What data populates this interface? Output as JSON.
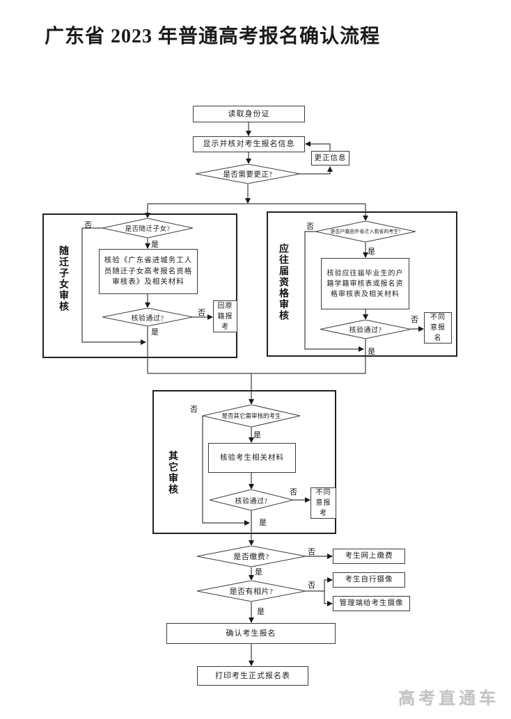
{
  "title": "广东省 2023 年普通高考报名确认流程",
  "watermark": "高考直通车",
  "labels": {
    "yes": "是",
    "no": "否"
  },
  "colors": {
    "line": "#3a3a3a",
    "text": "#1a1a1a",
    "watermark_gray": "#c3c3c3"
  },
  "flow": {
    "read_id": "读取身份证",
    "display_info": "显示并核对考生报名信息",
    "correct_info": "更正信息",
    "need_correction": "是否需要更正?",
    "is_paid": "是否缴费?",
    "pay_online": "考生网上缴费",
    "has_photo": "是否有相片?",
    "self_photo": "考生自行摄像",
    "admin_photo": "管理端给考生摄像",
    "confirm": "确认考生报名",
    "print": "打印考生正式报名表"
  },
  "groups": {
    "migrant": {
      "label": "随迁子女审核",
      "is_migrant": "是否随迁子女?",
      "verify": "核验《广东省进城务工人员随迁子女高考报名资格审核表》及相关材料",
      "pass": "核验通过?",
      "fail_action": "回原籍报考"
    },
    "graduate": {
      "label": "应往届资格审核",
      "is_moved_in": "是否户籍由外省迁入我省的考生?",
      "verify": "核验应往届毕业生的户籍学籍审核表或报名资格审核表及相关材料",
      "pass": "核验通过?",
      "fail_action": "不同意报名"
    },
    "other": {
      "label": "其它审核",
      "need_review": "是否其它需审核的考生",
      "verify": "核验考生相关材料",
      "pass": "核验通过?",
      "fail_action": "不同意报考"
    }
  }
}
